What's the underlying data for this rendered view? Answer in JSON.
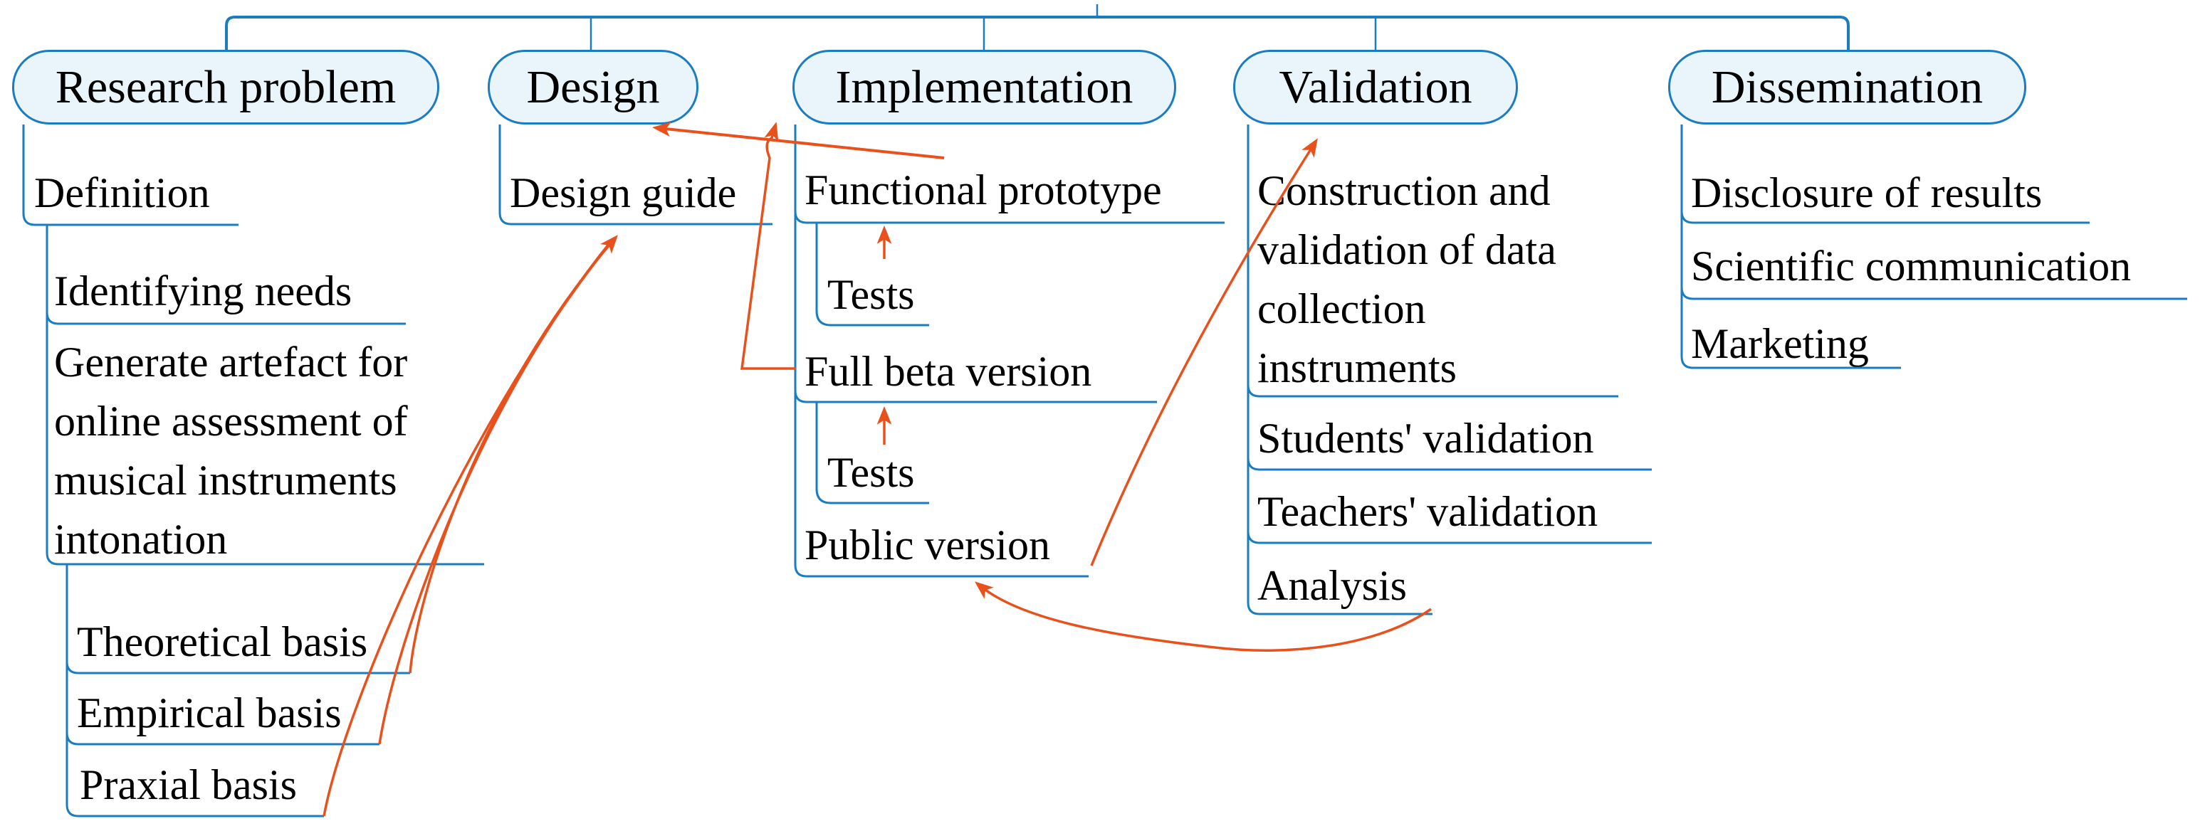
{
  "diagram": {
    "phases": {
      "research_problem": {
        "label": "Research problem",
        "definition": "Definition",
        "identifying_needs": "Identifying needs",
        "generate_artefact_lines": [
          "Generate artefact for",
          "online assessment of",
          "musical instruments",
          "intonation"
        ],
        "theoretical_basis": "Theoretical basis",
        "empirical_basis": "Empirical basis",
        "praxial_basis": "Praxial basis"
      },
      "design": {
        "label": "Design",
        "design_guide": "Design guide"
      },
      "implementation": {
        "label": "Implementation",
        "functional_prototype": "Functional prototype",
        "tests_1": "Tests",
        "full_beta_version": "Full beta version",
        "tests_2": "Tests",
        "public_version": "Public version"
      },
      "validation": {
        "label": "Validation",
        "construction_lines": [
          "Construction and",
          "validation of data",
          "collection",
          "instruments"
        ],
        "students_validation": "Students' validation",
        "teachers_validation": "Teachers' validation",
        "analysis": "Analysis"
      },
      "dissemination": {
        "label": "Dissemination",
        "disclosure_of_results": "Disclosure of results",
        "scientific_communication": "Scientific communication",
        "marketing": "Marketing"
      }
    },
    "arrows": [
      {
        "from": "Theoretical basis",
        "to": "Design guide"
      },
      {
        "from": "Empirical basis",
        "to": "Design guide"
      },
      {
        "from": "Praxial basis",
        "to": "Design guide"
      },
      {
        "from": "Functional prototype",
        "to": "Design"
      },
      {
        "from": "Full beta version",
        "to": "Implementation"
      },
      {
        "from": "Tests",
        "to": "Functional prototype"
      },
      {
        "from": "Tests",
        "to": "Full beta version"
      },
      {
        "from": "Public version",
        "to": "Validation"
      },
      {
        "from": "Analysis",
        "to": "Public version"
      }
    ],
    "colors": {
      "line_blue": "#1b7dc0",
      "arrow_orange": "#e9511c",
      "box_fill": "#eaf4fb",
      "text": "#000000"
    }
  }
}
